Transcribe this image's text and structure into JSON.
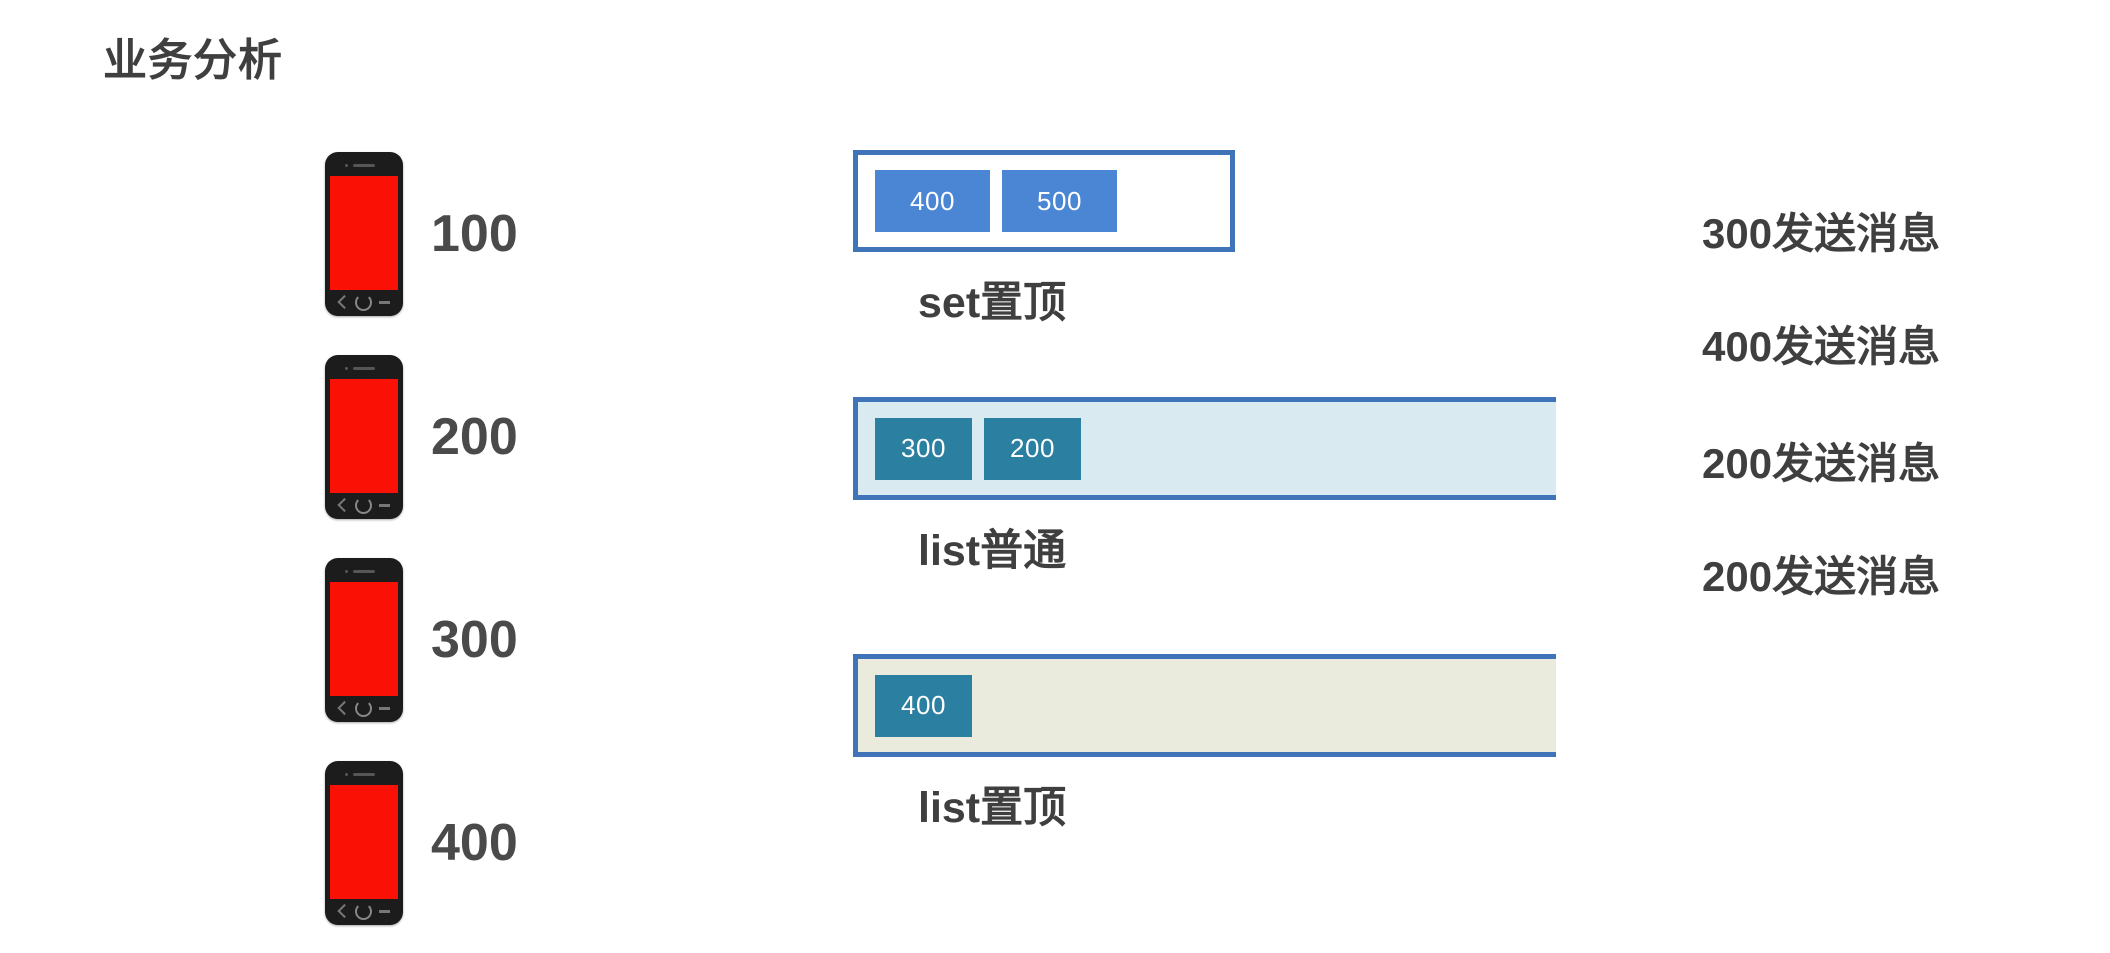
{
  "page": {
    "title": "业务分析",
    "background": "#ffffff"
  },
  "colors": {
    "text_dark": "#3f3f3f",
    "phone_screen_red": "#fa1005",
    "phone_frame_dark": "#1c1c1c",
    "border_blue": "#3f74b8",
    "cell_blue": "#4a86d4",
    "cell_teal": "#2b7fa0",
    "fill_lightblue": "#daeaf1",
    "fill_beige": "#eaebdd",
    "fill_white": "#ffffff"
  },
  "devices": {
    "icon": "smartphone-icon",
    "items": [
      {
        "value": "100"
      },
      {
        "value": "200"
      },
      {
        "value": "300"
      },
      {
        "value": "400"
      }
    ]
  },
  "structures": [
    {
      "id": "set-top",
      "label": "set置顶",
      "container_fill": "#ffffff",
      "border_style": "full",
      "cell_color": "blue",
      "cells": [
        {
          "value": "400"
        },
        {
          "value": "500"
        }
      ]
    },
    {
      "id": "list-normal",
      "label": "list普通",
      "container_fill": "#daeaf1",
      "border_style": "open-right",
      "cell_color": "teal",
      "cells": [
        {
          "value": "300"
        },
        {
          "value": "200"
        }
      ]
    },
    {
      "id": "list-top",
      "label": "list置顶",
      "container_fill": "#eaebdd",
      "border_style": "open-right",
      "cell_color": "teal",
      "cells": [
        {
          "value": "400"
        }
      ]
    }
  ],
  "messages": [
    {
      "text": "300发送消息"
    },
    {
      "text": "400发送消息"
    },
    {
      "text": "200发送消息"
    },
    {
      "text": "200发送消息"
    }
  ]
}
